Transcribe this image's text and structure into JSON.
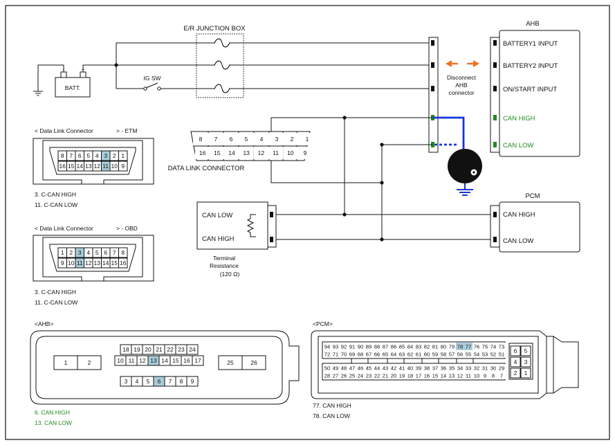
{
  "junction_box": {
    "title": "E/R JUNCTION BOX"
  },
  "battery": {
    "label": "BATT.",
    "plus": "+",
    "minus": "-"
  },
  "ig_switch": {
    "label": "IG SW"
  },
  "dlc": {
    "label": "DATA LINK CONNECTOR",
    "top_pins": [
      "8",
      "7",
      "6",
      "5",
      "4",
      "3",
      "2",
      "1"
    ],
    "bottom_pins": [
      "16",
      "15",
      "14",
      "13",
      "12",
      "11",
      "10",
      "9"
    ]
  },
  "resistor": {
    "can_low": "CAN LOW",
    "can_high": "CAN HIGH",
    "caption1": "Terminal",
    "caption2": "Resistance",
    "caption3": "(120 Ω)"
  },
  "disconnect": {
    "line1": "Disconnect",
    "line2": "AHB",
    "line3": "connector"
  },
  "ahb_module": {
    "title": "AHB",
    "pins": [
      "BATTERY1 INPUT",
      "BATTERY2 INPUT",
      "ON/START INPUT",
      "CAN HIGH",
      "CAN LOW"
    ]
  },
  "pcm_module": {
    "title": "PCM",
    "pins": [
      "CAN HIGH",
      "CAN LOW"
    ]
  },
  "etm_connector": {
    "title_left": "< Data Link Connector",
    "title_right": "> - ETM",
    "top_pins": [
      "8",
      "7",
      "6",
      "5",
      "4",
      "3",
      "2",
      "1"
    ],
    "bottom_pins": [
      "16",
      "15",
      "14",
      "13",
      "12",
      "11",
      "10",
      "9"
    ],
    "notes": [
      "3.  C-CAN HIGH",
      "11. C-CAN LOW"
    ]
  },
  "obd_connector": {
    "title_left": "< Data Link Connector",
    "title_right": "> - OBD",
    "top_pins": [
      "1",
      "2",
      "3",
      "4",
      "5",
      "6",
      "7",
      "8"
    ],
    "bottom_pins": [
      "9",
      "10",
      "11",
      "12",
      "13",
      "14",
      "15",
      "16"
    ],
    "notes": [
      "3.  C-CAN HIGH",
      "11. C-CAN LOW"
    ]
  },
  "ahb_connector": {
    "title": "<AHB>",
    "big_pins": [
      "1",
      "2"
    ],
    "right_pins": [
      "25",
      "26"
    ],
    "row1": [
      "18",
      "19",
      "20",
      "21",
      "22",
      "23",
      "24"
    ],
    "row2": [
      "10",
      "11",
      "12",
      "13",
      "14",
      "15",
      "16",
      "17"
    ],
    "row3": [
      "3",
      "4",
      "5",
      "6",
      "7",
      "8",
      "9"
    ],
    "notes": [
      "6. CAN HIGH",
      "13. CAN LOW"
    ]
  },
  "pcm_connector": {
    "title": "<PCM>",
    "row1": [
      "94",
      "93",
      "92",
      "91",
      "90",
      "89",
      "88",
      "87",
      "86",
      "85",
      "84",
      "83",
      "82",
      "81",
      "80",
      "79",
      "78",
      "77",
      "76",
      "75",
      "74",
      "73"
    ],
    "row2": [
      "72",
      "71",
      "70",
      "69",
      "68",
      "67",
      "66",
      "65",
      "64",
      "63",
      "62",
      "61",
      "60",
      "59",
      "58",
      "57",
      "56",
      "55",
      "54",
      "53",
      "52",
      "51"
    ],
    "row3": [
      "50",
      "49",
      "48",
      "47",
      "46",
      "45",
      "44",
      "43",
      "42",
      "41",
      "40",
      "39",
      "38",
      "37",
      "36",
      "35",
      "34",
      "33",
      "32",
      "31",
      "30",
      "29"
    ],
    "row4": [
      "28",
      "27",
      "26",
      "25",
      "24",
      "23",
      "22",
      "21",
      "20",
      "19",
      "18",
      "17",
      "16",
      "15",
      "14",
      "13",
      "12",
      "11",
      "10",
      "9",
      "8",
      "7"
    ],
    "small_block": [
      "6",
      "5",
      "4",
      "3",
      "2",
      "1"
    ],
    "notes": [
      "77. CAN HIGH",
      "78. CAN LOW"
    ]
  },
  "colors": {
    "highlight": "#a9ccd9",
    "arrow": "#f07020",
    "can_high_wire": "#1535d6",
    "green_label": "#1e8a1e",
    "frame": "#111111"
  }
}
